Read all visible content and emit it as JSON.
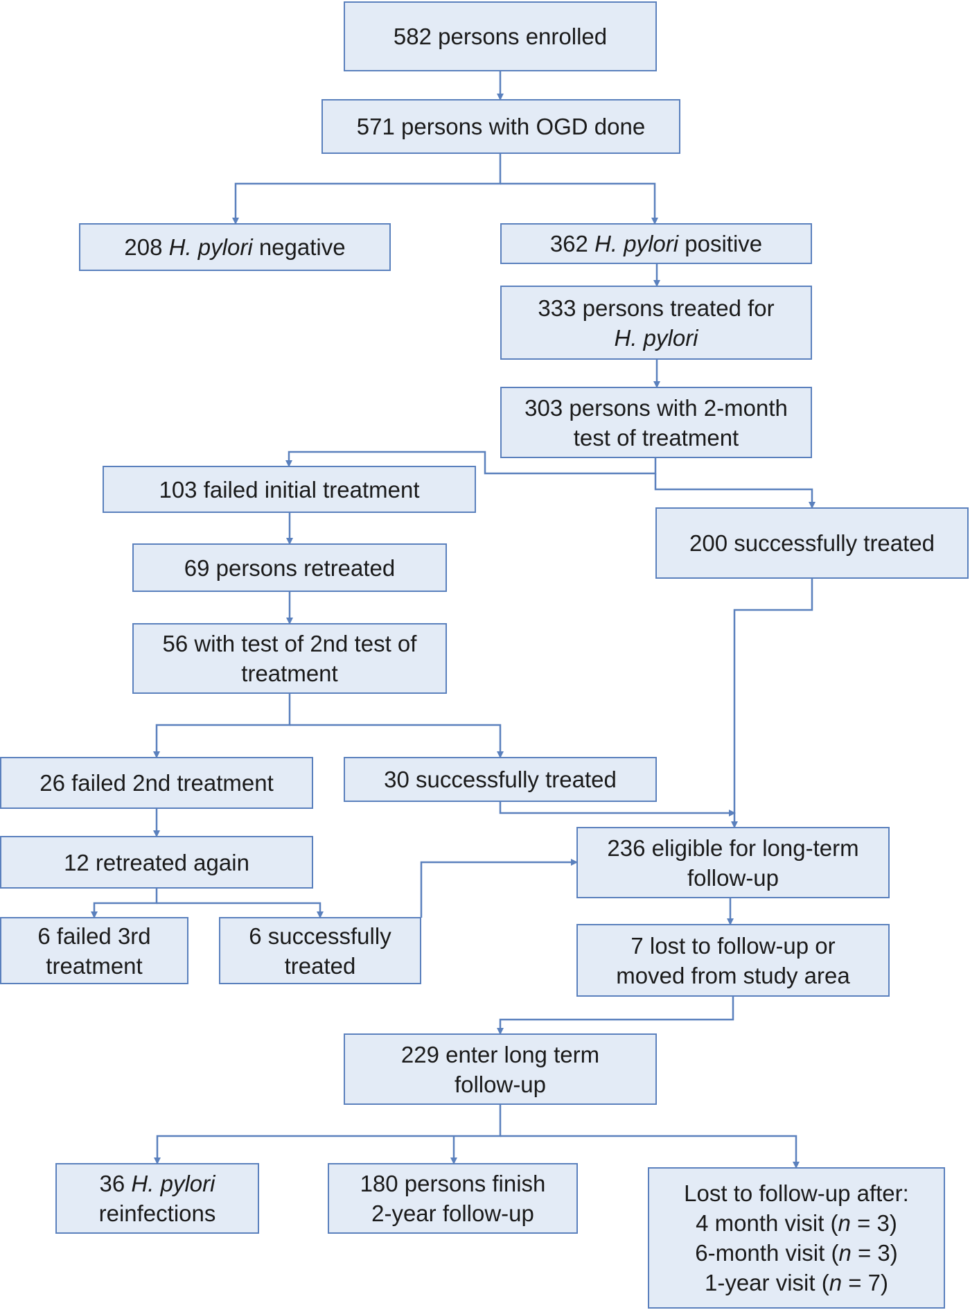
{
  "colors": {
    "box_fill": "#e3ebf6",
    "box_border": "#5a80bd",
    "connector": "#5a80bd",
    "text": "#1a1a1a"
  },
  "boxes": {
    "enrolled": {
      "lines": [
        [
          {
            "t": "582 persons enrolled"
          }
        ]
      ]
    },
    "ogd": {
      "lines": [
        [
          {
            "t": "571 persons with OGD done"
          }
        ]
      ]
    },
    "negative": {
      "lines": [
        [
          {
            "t": "208 "
          },
          {
            "t": "H. pylori",
            "i": true
          },
          {
            "t": " negative"
          }
        ]
      ]
    },
    "positive": {
      "lines": [
        [
          {
            "t": "362 "
          },
          {
            "t": "H. pylori",
            "i": true
          },
          {
            "t": " positive"
          }
        ]
      ]
    },
    "treated": {
      "lines": [
        [
          {
            "t": "333 persons treated for"
          }
        ],
        [
          {
            "t": "H. pylori",
            "i": true
          }
        ]
      ]
    },
    "test1": {
      "lines": [
        [
          {
            "t": "303 persons with 2-month"
          }
        ],
        [
          {
            "t": "test of treatment"
          }
        ]
      ]
    },
    "failed1": {
      "lines": [
        [
          {
            "t": "103 failed initial treatment"
          }
        ]
      ]
    },
    "success1": {
      "lines": [
        [
          {
            "t": "200 successfully treated"
          }
        ]
      ]
    },
    "retreated": {
      "lines": [
        [
          {
            "t": "69 persons retreated"
          }
        ]
      ]
    },
    "test2": {
      "lines": [
        [
          {
            "t": "56 with test of 2nd test of"
          }
        ],
        [
          {
            "t": "treatment"
          }
        ]
      ]
    },
    "failed2": {
      "lines": [
        [
          {
            "t": "26 failed 2nd treatment"
          }
        ]
      ]
    },
    "success2": {
      "lines": [
        [
          {
            "t": "30 successfully treated"
          }
        ]
      ]
    },
    "retreated_again": {
      "lines": [
        [
          {
            "t": "12 retreated again"
          }
        ]
      ]
    },
    "eligible": {
      "lines": [
        [
          {
            "t": "236 eligible for long-term"
          }
        ],
        [
          {
            "t": "follow-up"
          }
        ]
      ]
    },
    "failed3": {
      "lines": [
        [
          {
            "t": "6 failed 3rd"
          }
        ],
        [
          {
            "t": "treatment"
          }
        ]
      ]
    },
    "success3": {
      "lines": [
        [
          {
            "t": "6 successfully"
          }
        ],
        [
          {
            "t": "treated"
          }
        ]
      ]
    },
    "lost7": {
      "lines": [
        [
          {
            "t": "7 lost to follow-up or"
          }
        ],
        [
          {
            "t": "moved from study area"
          }
        ]
      ]
    },
    "enter_longterm": {
      "lines": [
        [
          {
            "t": "229 enter long term"
          }
        ],
        [
          {
            "t": "follow-up"
          }
        ]
      ]
    },
    "reinfections": {
      "lines": [
        [
          {
            "t": "36 "
          },
          {
            "t": "H. pylori",
            "i": true
          }
        ],
        [
          {
            "t": "reinfections"
          }
        ]
      ]
    },
    "finish2yr": {
      "lines": [
        [
          {
            "t": "180 persons finish"
          }
        ],
        [
          {
            "t": "2-year follow-up"
          }
        ]
      ]
    },
    "lost_after": {
      "lines": [
        [
          {
            "t": "Lost to follow-up after:"
          }
        ],
        [
          {
            "t": "4 month visit ("
          },
          {
            "t": "n",
            "i": true
          },
          {
            "t": " = 3)"
          }
        ],
        [
          {
            "t": "6-month visit ("
          },
          {
            "t": "n",
            "i": true
          },
          {
            "t": " = 3)"
          }
        ],
        [
          {
            "t": "1-year visit ("
          },
          {
            "t": "n",
            "i": true
          },
          {
            "t": " = 7)"
          }
        ]
      ]
    }
  }
}
